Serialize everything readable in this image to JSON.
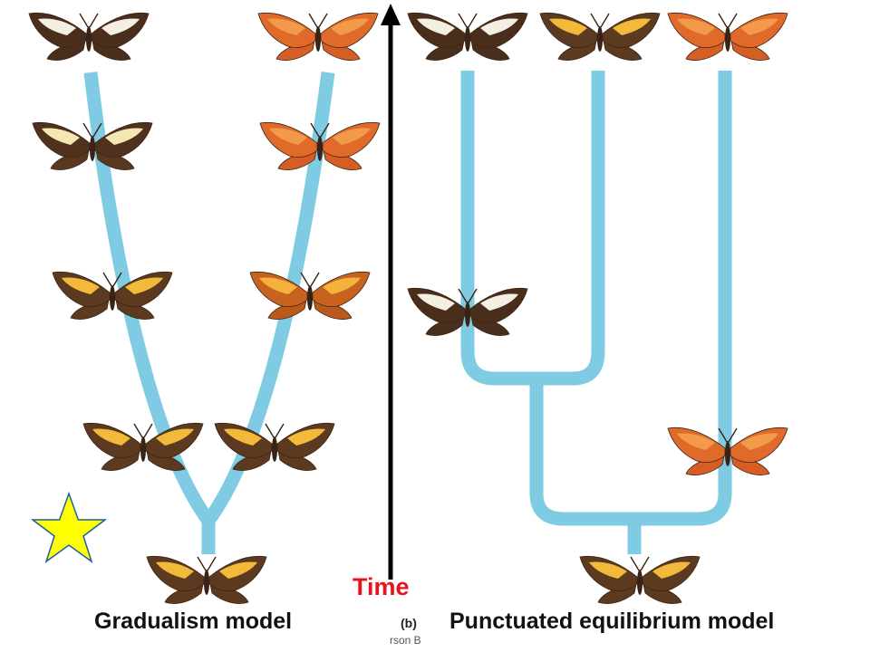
{
  "labels": {
    "gradualism": "Gradualism model",
    "punctuated": "Punctuated equilibrium model",
    "axis": "Time",
    "panel": "(b)",
    "credit": "rson B"
  },
  "colors": {
    "lineage": "#7ecbe3",
    "axis": "#000000",
    "time_label": "#e8141c",
    "star_fill": "#ffff00",
    "star_stroke": "#1a5fa8"
  },
  "icons": {
    "marker": "star-icon",
    "organism": "butterfly-icon"
  },
  "gradualism_butterflies": [
    {
      "variant": "dark brown with white bands"
    },
    {
      "variant": "dark brown with cream bands"
    },
    {
      "variant": "dark brown with yellow bands"
    },
    {
      "variant": "brown with yellow bands"
    },
    {
      "variant": "ancestral brown and yellow"
    },
    {
      "variant": "brown with yellow bands"
    },
    {
      "variant": "orange and yellow"
    },
    {
      "variant": "orange"
    },
    {
      "variant": "orange red"
    }
  ],
  "punctuated_butterflies": [
    {
      "variant": "dark brown with white bands"
    },
    {
      "variant": "brown and yellow"
    },
    {
      "variant": "orange red"
    },
    {
      "variant": "dark brown with white bands"
    },
    {
      "variant": "orange red"
    },
    {
      "variant": "ancestral brown and yellow"
    }
  ]
}
